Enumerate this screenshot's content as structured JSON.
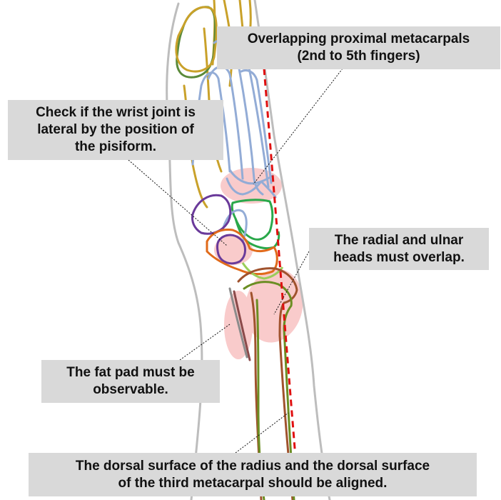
{
  "callouts": {
    "metacarpals": {
      "line1": "Overlapping proximal metacarpals",
      "line2": "(2nd to 5th fingers)"
    },
    "pisiform": {
      "line1": "Check if the wrist joint is",
      "line2": "lateral by the position of",
      "line3": "the pisiform."
    },
    "radial_ulnar": {
      "line1": "The radial and ulnar",
      "line2": "heads must overlap."
    },
    "fat_pad": {
      "line1": "The fat pad must be",
      "line2": "observable."
    },
    "dorsal": {
      "line1": "The dorsal surface of the radius and the dorsal surface",
      "line2": "of the third metacarpal should be aligned."
    }
  },
  "colors": {
    "outline_gray": "#bdbdbd",
    "metacarpal_gold": "#c9a12a",
    "metacarpal_green": "#5a8a3a",
    "metacarpal_blue": "#93acd6",
    "pisiform_purple": "#6a3a9a",
    "carpal_green": "#2aa84a",
    "carpal_orange": "#e06a1a",
    "carpal_light_green": "#9acd5a",
    "radius_brown": "#a0522d",
    "ulna_olive": "#6b8e23",
    "alignment_line_red": "#e01010",
    "highlight_pink": "#f7b6b6",
    "callout_bg": "#d9d9d9",
    "callout_text": "#111111"
  }
}
